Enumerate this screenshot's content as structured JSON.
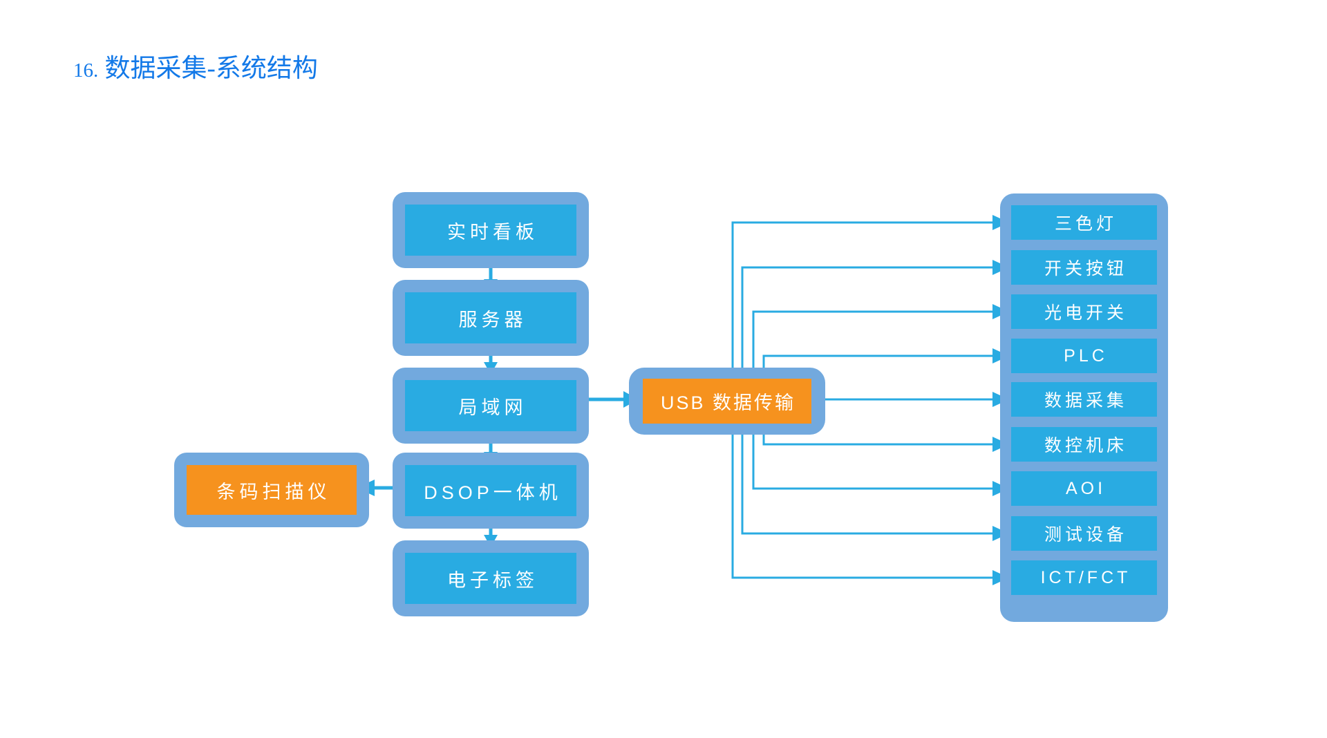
{
  "title": {
    "number": "16.",
    "text": "数据采集-系统结构",
    "color": "#1379e8"
  },
  "theme": {
    "frame_blue": "#72a9de",
    "fill_blue": "#29abe2",
    "accent_orange": "#f6921e",
    "connector_blue": "#29abe2",
    "label_white": "#ffffff",
    "background": "#ffffff"
  },
  "left_column": {
    "nodes": [
      {
        "id": "realtime-board",
        "label": "实时看板",
        "style": "blue"
      },
      {
        "id": "server",
        "label": "服务器",
        "style": "blue"
      },
      {
        "id": "lan",
        "label": "局域网",
        "style": "blue"
      },
      {
        "id": "dsop-machine",
        "label": "DSOP一体机",
        "style": "blue"
      },
      {
        "id": "e-label",
        "label": "电子标签",
        "style": "blue"
      }
    ]
  },
  "peripheral": {
    "id": "barcode-scanner",
    "label": "条码扫描仪",
    "style": "orange"
  },
  "hub": {
    "id": "usb-transfer",
    "label": "USB 数据传输",
    "style": "orange"
  },
  "device_stack": {
    "items": [
      {
        "id": "tri-color-light",
        "label": "三色灯"
      },
      {
        "id": "switch-button",
        "label": "开关按钮"
      },
      {
        "id": "photo-switch",
        "label": "光电开关"
      },
      {
        "id": "plc",
        "label": "PLC"
      },
      {
        "id": "data-collect",
        "label": "数据采集"
      },
      {
        "id": "cnc-machine",
        "label": "数控机床"
      },
      {
        "id": "aoi",
        "label": "AOI"
      },
      {
        "id": "test-equipment",
        "label": "测试设备"
      },
      {
        "id": "ict-fct",
        "label": "ICT/FCT"
      }
    ]
  },
  "connections": [
    {
      "from": "realtime-board",
      "to": "server",
      "direction": "down"
    },
    {
      "from": "server",
      "to": "lan",
      "direction": "down"
    },
    {
      "from": "lan",
      "to": "dsop-machine",
      "direction": "down"
    },
    {
      "from": "dsop-machine",
      "to": "e-label",
      "direction": "down"
    },
    {
      "from": "dsop-machine",
      "to": "barcode-scanner",
      "direction": "left"
    },
    {
      "from": "lan",
      "to": "usb-transfer",
      "direction": "right"
    },
    {
      "from": "usb-transfer",
      "to": "tri-color-light",
      "direction": "right"
    },
    {
      "from": "usb-transfer",
      "to": "switch-button",
      "direction": "right"
    },
    {
      "from": "usb-transfer",
      "to": "photo-switch",
      "direction": "right"
    },
    {
      "from": "usb-transfer",
      "to": "plc",
      "direction": "right"
    },
    {
      "from": "usb-transfer",
      "to": "data-collect",
      "direction": "right"
    },
    {
      "from": "usb-transfer",
      "to": "cnc-machine",
      "direction": "right"
    },
    {
      "from": "usb-transfer",
      "to": "aoi",
      "direction": "right"
    },
    {
      "from": "usb-transfer",
      "to": "test-equipment",
      "direction": "right"
    },
    {
      "from": "usb-transfer",
      "to": "ict-fct",
      "direction": "right"
    }
  ]
}
